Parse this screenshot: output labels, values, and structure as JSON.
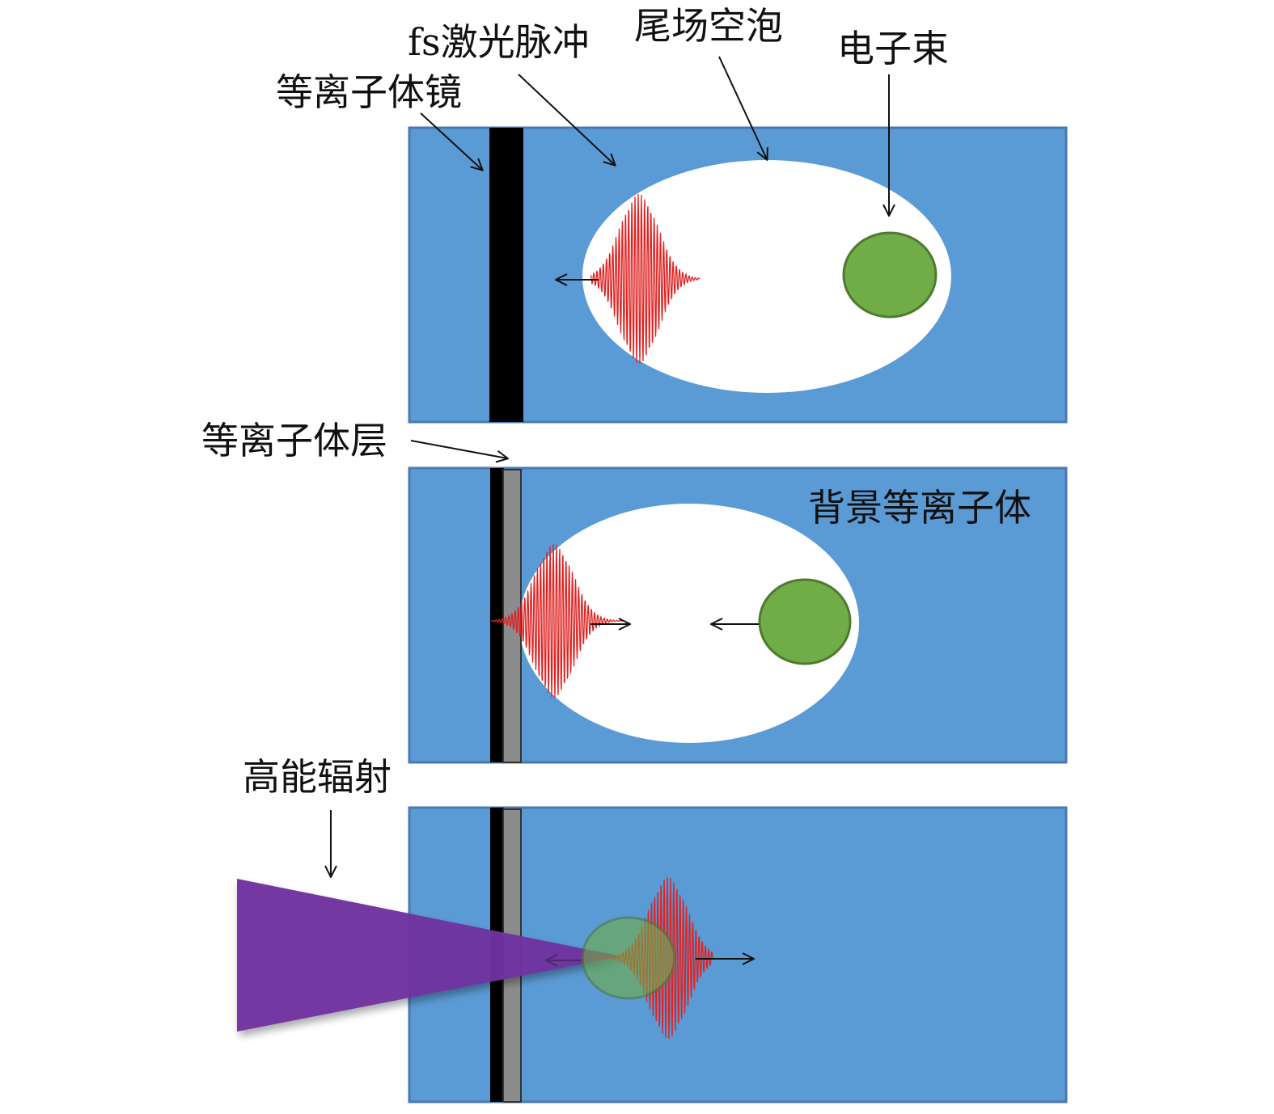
{
  "labels": {
    "plasma_mirror": "等离子体镜",
    "fs_laser_pulse": "fs激光脉冲",
    "wake_bubble": "尾场空泡",
    "electron_beam": "电子束",
    "plasma_layer": "等离子体层",
    "background_plasma": "背景等离子体",
    "high_energy_radiation": "高能辐射"
  },
  "colors": {
    "plasma_blue": "#5b9bd5",
    "plasma_border": "#4a7ab0",
    "mirror_black": "#000000",
    "plasma_layer_gray": "#8c8c8c",
    "bubble_white": "#ffffff",
    "electron_green": "#70ad47",
    "electron_border": "#4e7a30",
    "laser_red": "#e02020",
    "radiation_purple": "#7030a0",
    "arrow": "#111111"
  },
  "icons": {
    "pulse": "laser-wave-packet-icon",
    "arrow": "arrow-icon"
  }
}
